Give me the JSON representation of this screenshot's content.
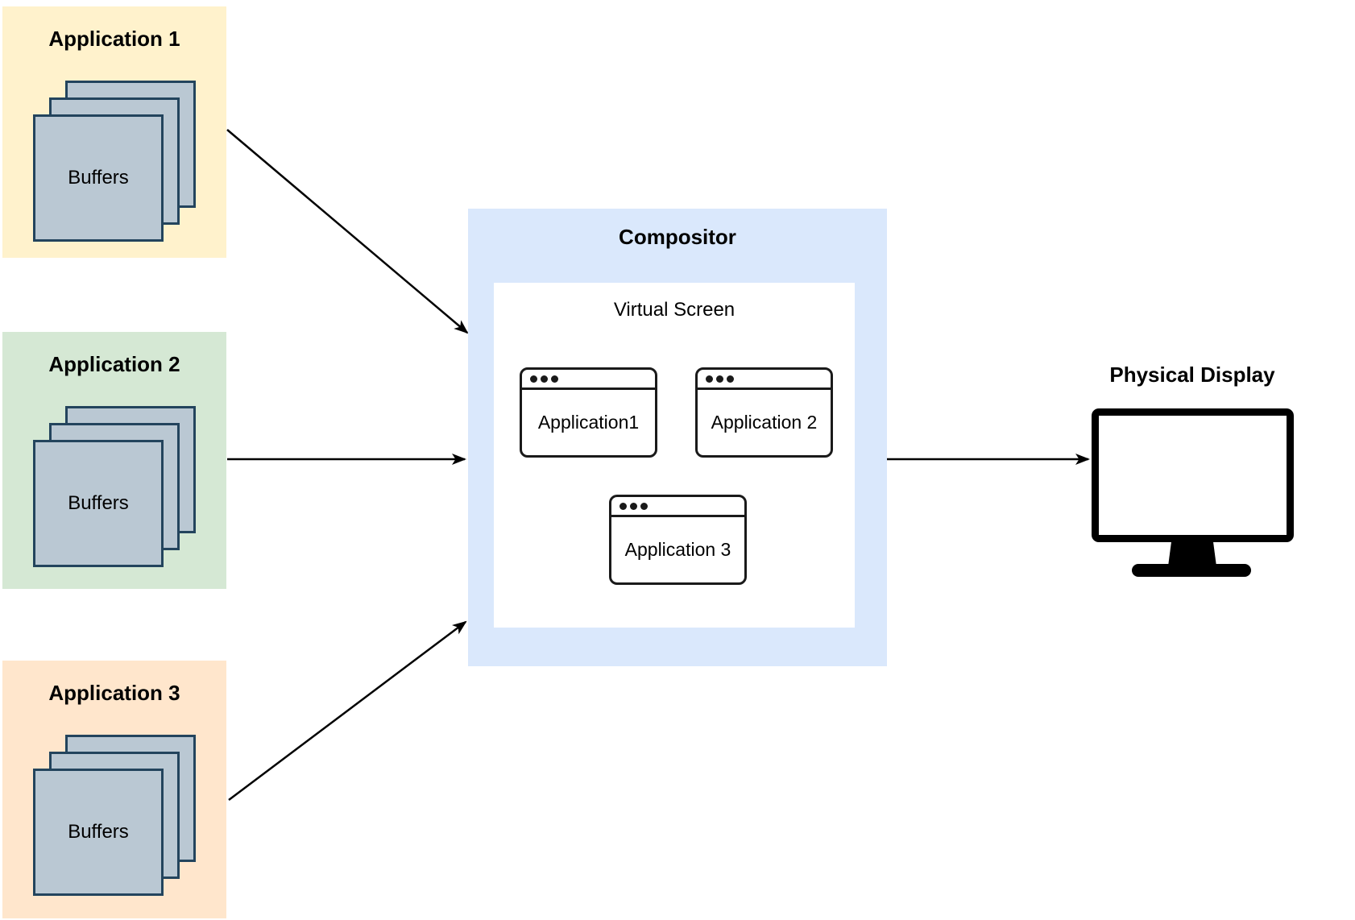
{
  "sources": [
    {
      "title": "Application 1",
      "buffer_label": "Buffers",
      "bg": "#FFF2CC"
    },
    {
      "title": "Application 2",
      "buffer_label": "Buffers",
      "bg": "#D5E8D4"
    },
    {
      "title": "Application 3",
      "buffer_label": "Buffers",
      "bg": "#FFE6CC"
    }
  ],
  "compositor": {
    "title": "Compositor",
    "bg": "#DAE8FC",
    "virtual_screen": {
      "title": "Virtual Screen",
      "bg": "#FFFFFF",
      "windows": [
        "Application1",
        "Application 2",
        "Application 3"
      ]
    }
  },
  "display": {
    "title": "Physical Display"
  },
  "colors": {
    "buffer_fill": "#BAC8D3",
    "buffer_border": "#23445D",
    "window_border": "#1A1A1A",
    "monitor": "#000000",
    "arrow": "#000000"
  }
}
